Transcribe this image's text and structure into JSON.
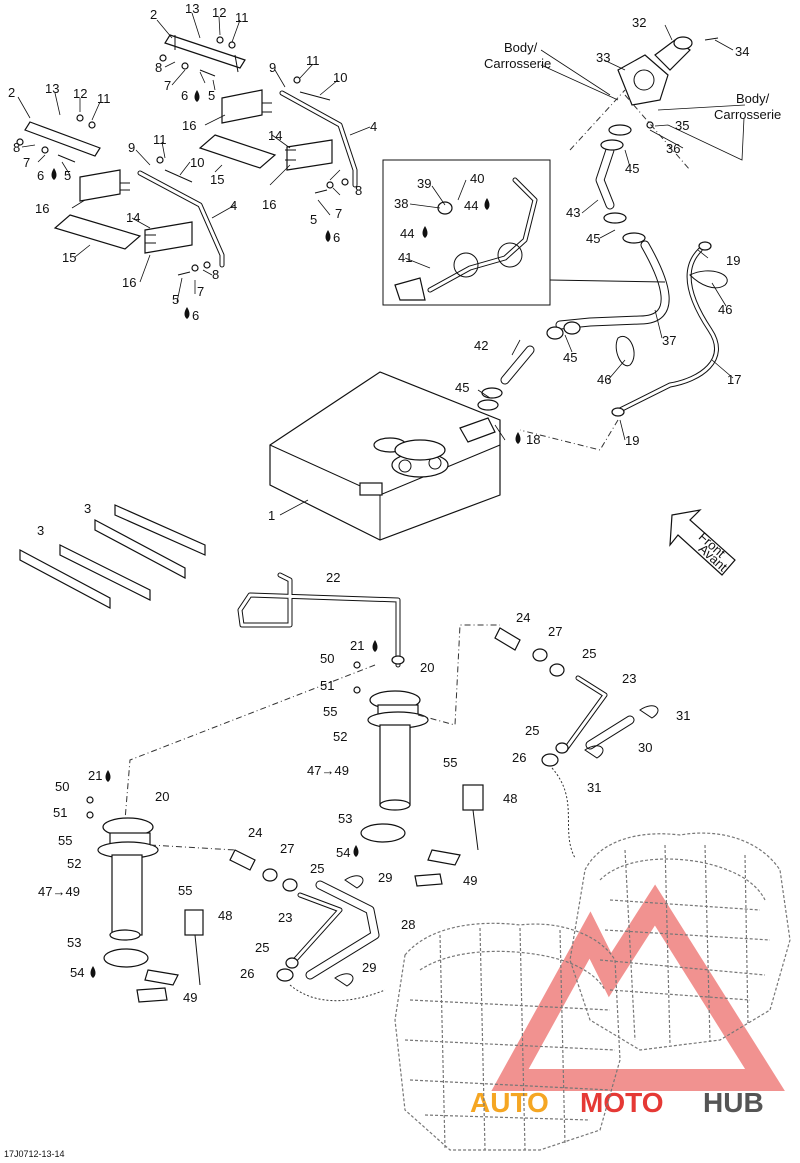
{
  "figure_code": "17J0712-13-14",
  "notes": {
    "body_1": "Body/",
    "carrosserie_1": "Carrosserie",
    "body_2": "Body/",
    "carrosserie_2": "Carrosserie",
    "front": "Front",
    "avant": "Avant",
    "arrow_47_49": "47→49"
  },
  "watermark": {
    "part_a": "AUTO",
    "part_b": "MOTO",
    "part_c": "HUB",
    "color_red": "#e53935",
    "color_orange": "#f5a623",
    "color_grey": "#555555"
  },
  "callouts": [
    "1",
    "2",
    "3",
    "4",
    "5",
    "6",
    "7",
    "8",
    "9",
    "10",
    "11",
    "12",
    "13",
    "14",
    "15",
    "16",
    "17",
    "18",
    "19",
    "20",
    "21",
    "22",
    "23",
    "24",
    "25",
    "26",
    "27",
    "28",
    "29",
    "30",
    "31",
    "32",
    "33",
    "34",
    "35",
    "36",
    "37",
    "38",
    "39",
    "40",
    "41",
    "42",
    "43",
    "44",
    "45",
    "46",
    "47",
    "48",
    "49",
    "50",
    "51",
    "52",
    "53",
    "54",
    "55"
  ]
}
